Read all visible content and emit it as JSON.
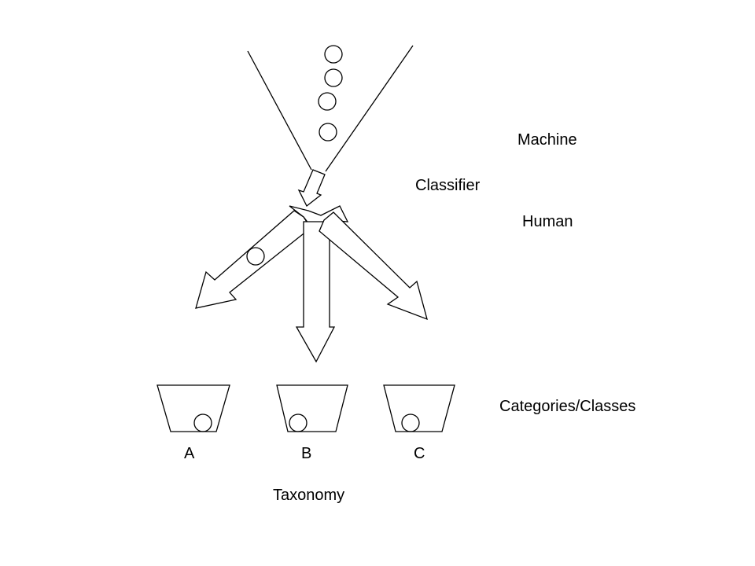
{
  "labels": {
    "machine": "Machine",
    "classifier": "Classifier",
    "human": "Human",
    "categories": "Categories/Classes",
    "taxonomy": "Taxonomy"
  },
  "bins": [
    {
      "label": "A"
    },
    {
      "label": "B"
    },
    {
      "label": "C"
    }
  ],
  "colors": {
    "stroke": "#000000",
    "fill": "#ffffff"
  }
}
